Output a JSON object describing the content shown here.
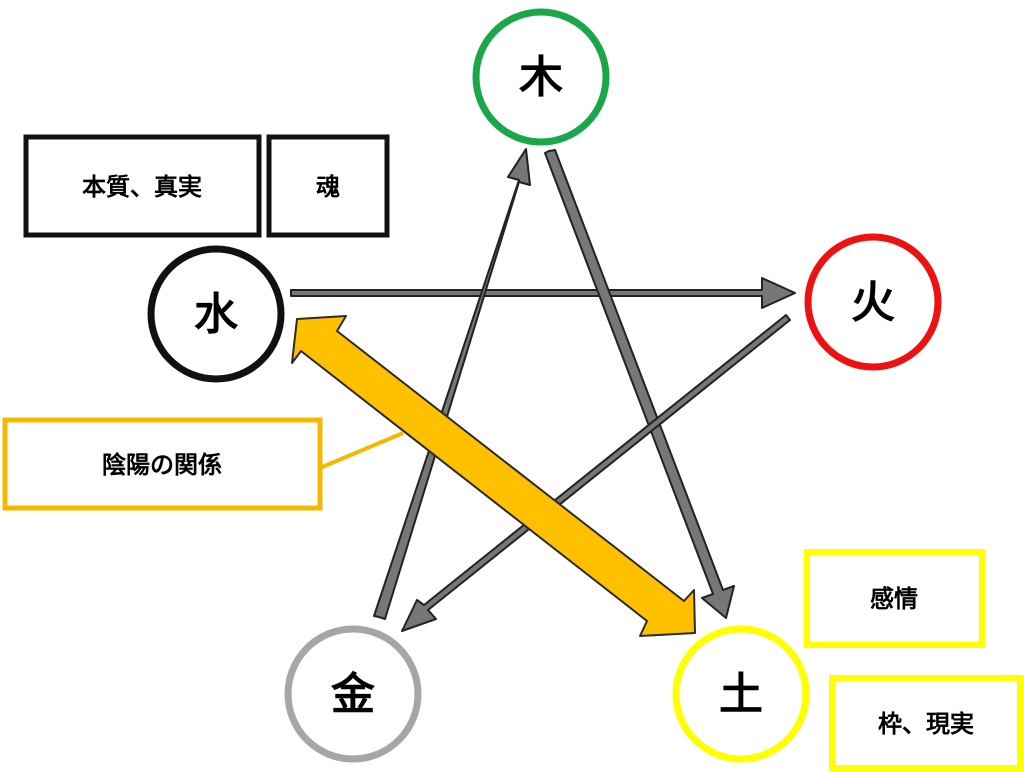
{
  "nodes": {
    "wood": {
      "label": "木",
      "color": "#1aa64a"
    },
    "fire": {
      "label": "火",
      "color": "#ee1111"
    },
    "water": {
      "label": "水",
      "color": "#111111"
    },
    "metal": {
      "label": "金",
      "color": "#a6a6a6"
    },
    "earth": {
      "label": "土",
      "color": "#ffff00"
    }
  },
  "boxes": {
    "essence": {
      "label": "本質、真実",
      "border": "#111111"
    },
    "soul": {
      "label": "魂",
      "border": "#111111"
    },
    "yinyang": {
      "label": "陰陽の関係",
      "border": "#f5b800"
    },
    "emotion": {
      "label": "感情",
      "border": "#ffff00"
    },
    "frame": {
      "label": "枠、現実",
      "border": "#ffff00"
    }
  },
  "colors": {
    "arrow": "#777777",
    "arrow_outline": "#222222",
    "highlight": "#ffc000",
    "highlight_outline": "#2b2b2b",
    "callout_line": "#f5b800"
  }
}
